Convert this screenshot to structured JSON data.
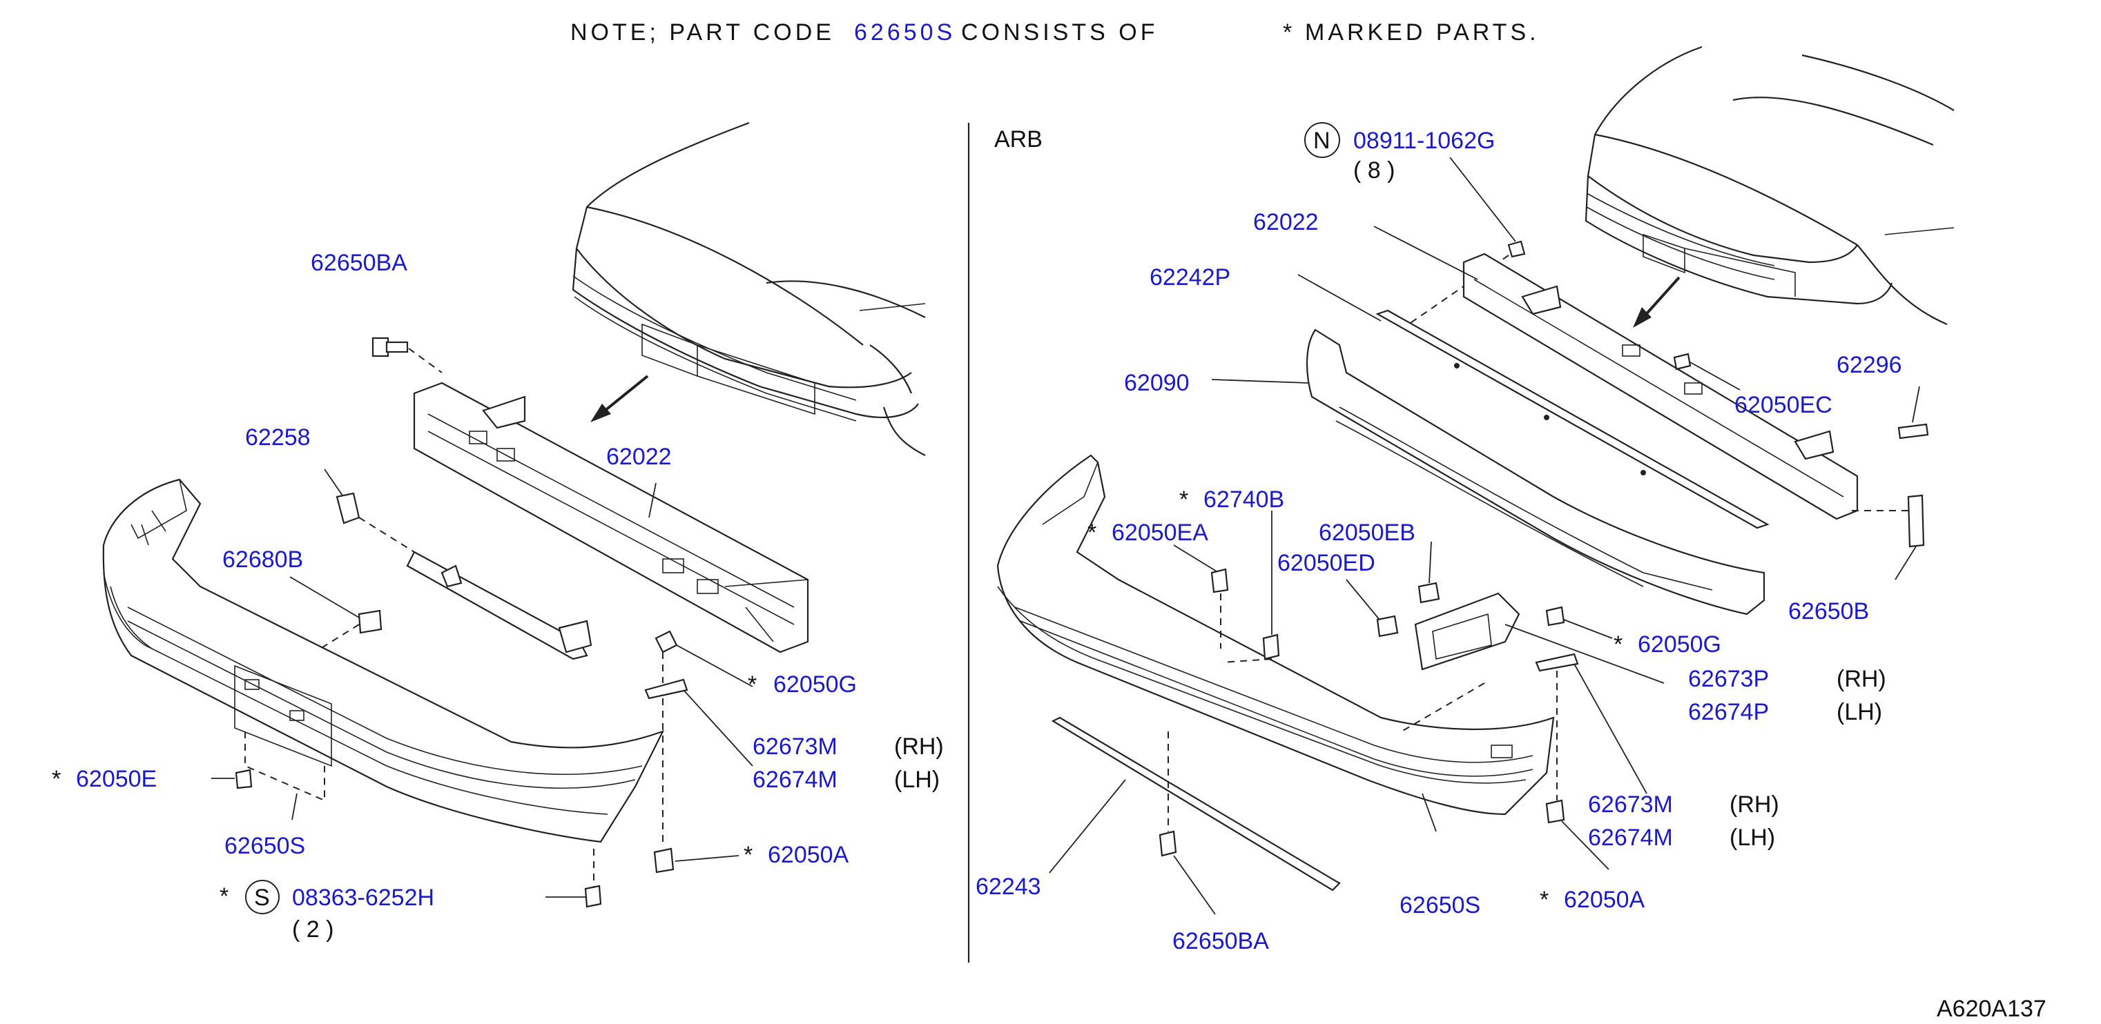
{
  "note": {
    "prefix": "NOTE; PART CODE",
    "code": "62650S",
    "suffix": "CONSISTS OF",
    "asterisk": "*",
    "marked": "MARKED PARTS."
  },
  "ref_code": "A620A137",
  "colors": {
    "label": "#1a1acc",
    "text": "#111111",
    "line": "#222222"
  },
  "left_panel": {
    "labels": {
      "p62650BA": "62650BA",
      "p62258": "62258",
      "p62022": "62022",
      "p62680B": "62680B",
      "p62050G": "62050G",
      "p62673M": "62673M",
      "p62674M": "62674M",
      "rh": "(RH)",
      "lh": "(LH)",
      "p62050E": "62050E",
      "p62650S": "62650S",
      "p62050A": "62050A",
      "s_symbol": "S",
      "p08363": "08363-6252H",
      "qty2": "( 2 )",
      "star": "*"
    }
  },
  "right_panel": {
    "labels": {
      "arb": "ARB",
      "n_symbol": "N",
      "p08911": "08911-1062G",
      "qty8": "( 8 )",
      "p62022": "62022",
      "p62242P": "62242P",
      "p62090": "62090",
      "p62296": "62296",
      "p62050EC": "62050EC",
      "p62740B": "62740B",
      "p62050EA": "62050EA",
      "p62050EB": "62050EB",
      "p62050ED": "62050ED",
      "p62650B": "62650B",
      "p62050G": "62050G",
      "p62673P": "62673P",
      "p62674P": "62674P",
      "rh": "(RH)",
      "lh": "(LH)",
      "p62673M": "62673M",
      "p62674M": "62674M",
      "p62243": "62243",
      "p62650BA": "62650BA",
      "p62650S": "62650S",
      "p62050A": "62050A",
      "star": "*"
    }
  }
}
